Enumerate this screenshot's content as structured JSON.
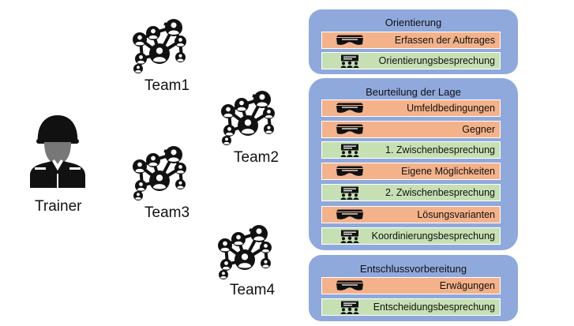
{
  "trainer": {
    "label": "Trainer",
    "icon": "soldier-icon"
  },
  "teams": [
    {
      "label": "Team1",
      "icon": "network-icon"
    },
    {
      "label": "Team2",
      "icon": "network-icon"
    },
    {
      "label": "Team3",
      "icon": "network-icon"
    },
    {
      "label": "Team4",
      "icon": "network-icon"
    }
  ],
  "phases": [
    {
      "title": "Orientierung",
      "steps": [
        {
          "label": "Erfassen der Auftrages",
          "kind": "vr",
          "icon": "vr-headset-icon"
        },
        {
          "label": "Orientierungsbesprechung",
          "kind": "meeting",
          "icon": "meeting-icon"
        }
      ]
    },
    {
      "title": "Beurteilung der Lage",
      "steps": [
        {
          "label": "Umfeldbedingungen",
          "kind": "vr",
          "icon": "vr-headset-icon"
        },
        {
          "label": "Gegner",
          "kind": "vr",
          "icon": "vr-headset-icon"
        },
        {
          "label": "1. Zwischenbesprechung",
          "kind": "meeting",
          "icon": "meeting-icon"
        },
        {
          "label": "Eigene Möglichkeiten",
          "kind": "vr",
          "icon": "vr-headset-icon"
        },
        {
          "label": "2. Zwischenbesprechung",
          "kind": "meeting",
          "icon": "meeting-icon"
        },
        {
          "label": "Lösungsvarianten",
          "kind": "vr",
          "icon": "vr-headset-icon"
        },
        {
          "label": "Koordinierungsbesprechung",
          "kind": "meeting",
          "icon": "meeting-icon"
        }
      ]
    },
    {
      "title": "Entschlussvorbereitung",
      "steps": [
        {
          "label": "Erwägungen",
          "kind": "vr",
          "icon": "vr-headset-icon"
        },
        {
          "label": "Entscheidungsbesprechung",
          "kind": "meeting",
          "icon": "meeting-icon"
        }
      ]
    }
  ],
  "colors": {
    "panel": "#8fa9dc",
    "vr_step": "#f4b28a",
    "meeting_step": "#c6e0b4",
    "icon": "#111111"
  }
}
